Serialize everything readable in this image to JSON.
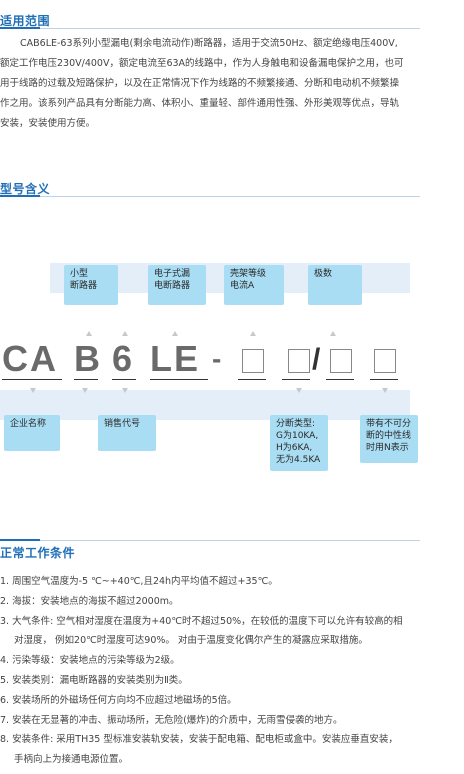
{
  "section1": {
    "title": "适用范围",
    "lines": [
      "CAB6LE-63系列小型漏电(剩余电流动作)断路器，适用于交流50Hz、额定绝缘电压400V,",
      "额定工作电压230V/400V，额定电流至63A的线路中，作为人身触电和设备漏电保护之用，也可",
      "用于线路的过载及短路保护，以及在正常情况下作为线路的不频繁接通、分断和电动机不频繁操",
      "作之用。该系列产品具有分断能力高、体积小、重量轻、部件通用性强、外形美观等优点，导轨",
      "安装，安装使用方便。"
    ]
  },
  "section2": {
    "title": "型号含义",
    "top_boxes": [
      {
        "label": "小型断路器",
        "line1": "小型",
        "line2": "断路器"
      },
      {
        "label": "电子式漏电断路器",
        "line1": "电子式漏",
        "line2": "电断路器"
      },
      {
        "label": "壳架等级电流A",
        "line1": "壳架等级",
        "line2": "电流A"
      },
      {
        "label": "极数",
        "line1": "极数",
        "line2": ""
      }
    ],
    "code_parts": [
      "CA",
      "B",
      "6",
      "LE",
      "-",
      "/"
    ],
    "bottom_boxes": [
      {
        "line1": "企业名称"
      },
      {
        "line1": "销售代号"
      },
      {
        "line1": "分断类型:",
        "line2": "G为10KA,",
        "line3": "H为6KA,",
        "line4": "无为4.5KA"
      },
      {
        "line1": "带有不可分",
        "line2": "断的中性线",
        "line3": "时用N表示"
      }
    ]
  },
  "section3": {
    "title": "正常工作条件",
    "items": [
      {
        "text": "1. 周围空气温度为-5 ℃~+40℃,且24h内平均值不超过+35℃。"
      },
      {
        "text": "2. 海拔：安装地点的海拔不超过2000m。"
      },
      {
        "text": "3. 大气条件: 空气相对湿度在温度为+40℃时不超过50%，在较低的温度下可以允许有较高的相",
        "cont": "对湿度，  例如20℃时湿度可达90%。 对由于温度变化偶尔产生的凝露应采取措施。"
      },
      {
        "text": "4. 污染等级：安装地点的污染等级为2级。"
      },
      {
        "text": "5. 安装类别：漏电断路器的安装类别为Ⅱ类。"
      },
      {
        "text": "6. 安装场所的外磁场任何方向均不应超过地磁场的5倍。"
      },
      {
        "text": "7. 安装在无显著的冲击、振动场所，无危险(爆炸)的介质中，无雨雪侵袭的地方。"
      },
      {
        "text": "8. 安装条件: 采用TH35 型标准安装轨安装，安装于配电箱、配电柜或盒中。安装应垂直安装，",
        "cont": "手柄向上为接通电源位置。"
      }
    ]
  }
}
